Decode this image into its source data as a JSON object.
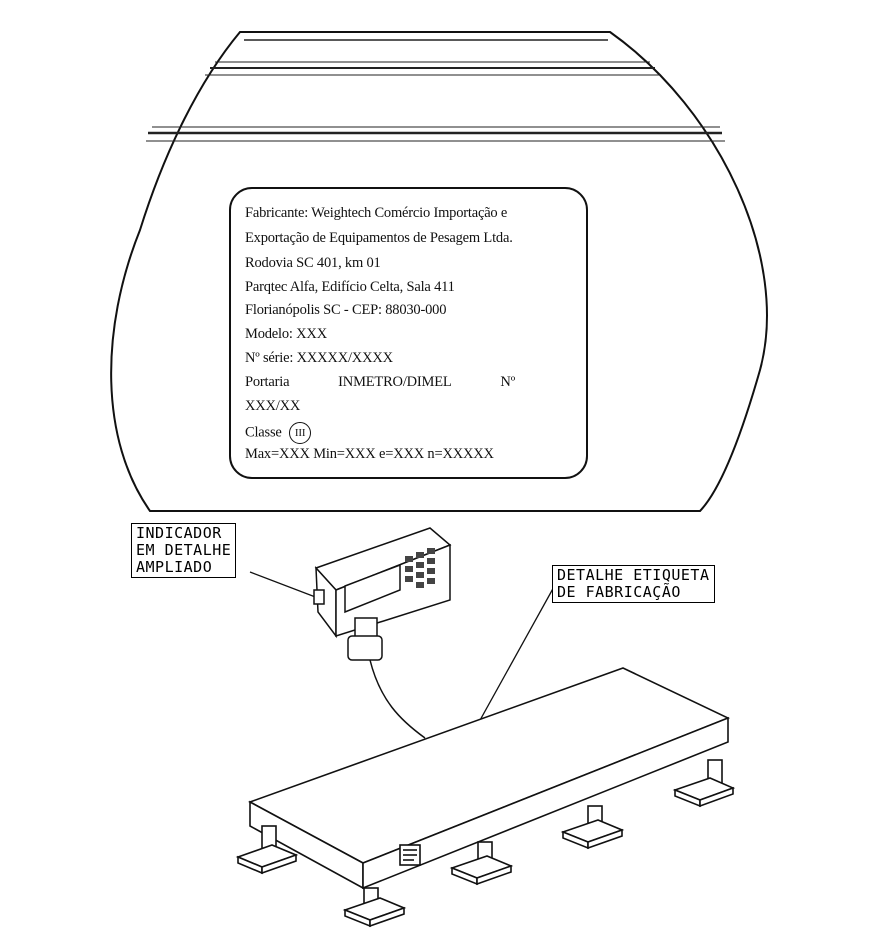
{
  "plate": {
    "line1": "Fabricante: Weightech Comércio Importação e",
    "line2": "Exportação de Equipamentos de Pesagem Ltda.",
    "line3": "Rodovia SC 401, km 01",
    "line4": "Parqtec Alfa, Edifício Celta, Sala 411",
    "line5": "Florianópolis SC - CEP: 88030-000",
    "line6": "Modelo: XXX",
    "line7": "Nº série: XXXXX/XXXX",
    "line8a": "Portaria",
    "line8b": "INMETRO/DIMEL",
    "line8c": "Nº",
    "line9": "XXX/XX",
    "line10": "Classe",
    "class_symbol": "III",
    "line11": "Max=XXX  Min=XXX  e=XXX  n=XXXXX"
  },
  "callouts": {
    "indicator": {
      "l1": "INDICADOR",
      "l2": "EM DETALHE",
      "l3": "AMPLIADO"
    },
    "label": {
      "l1": "DETALHE ETIQUETA",
      "l2": "DE FABRICAÇÃO"
    }
  },
  "colors": {
    "line": "#111111",
    "paper": "#ffffff",
    "shade": "#555555"
  }
}
